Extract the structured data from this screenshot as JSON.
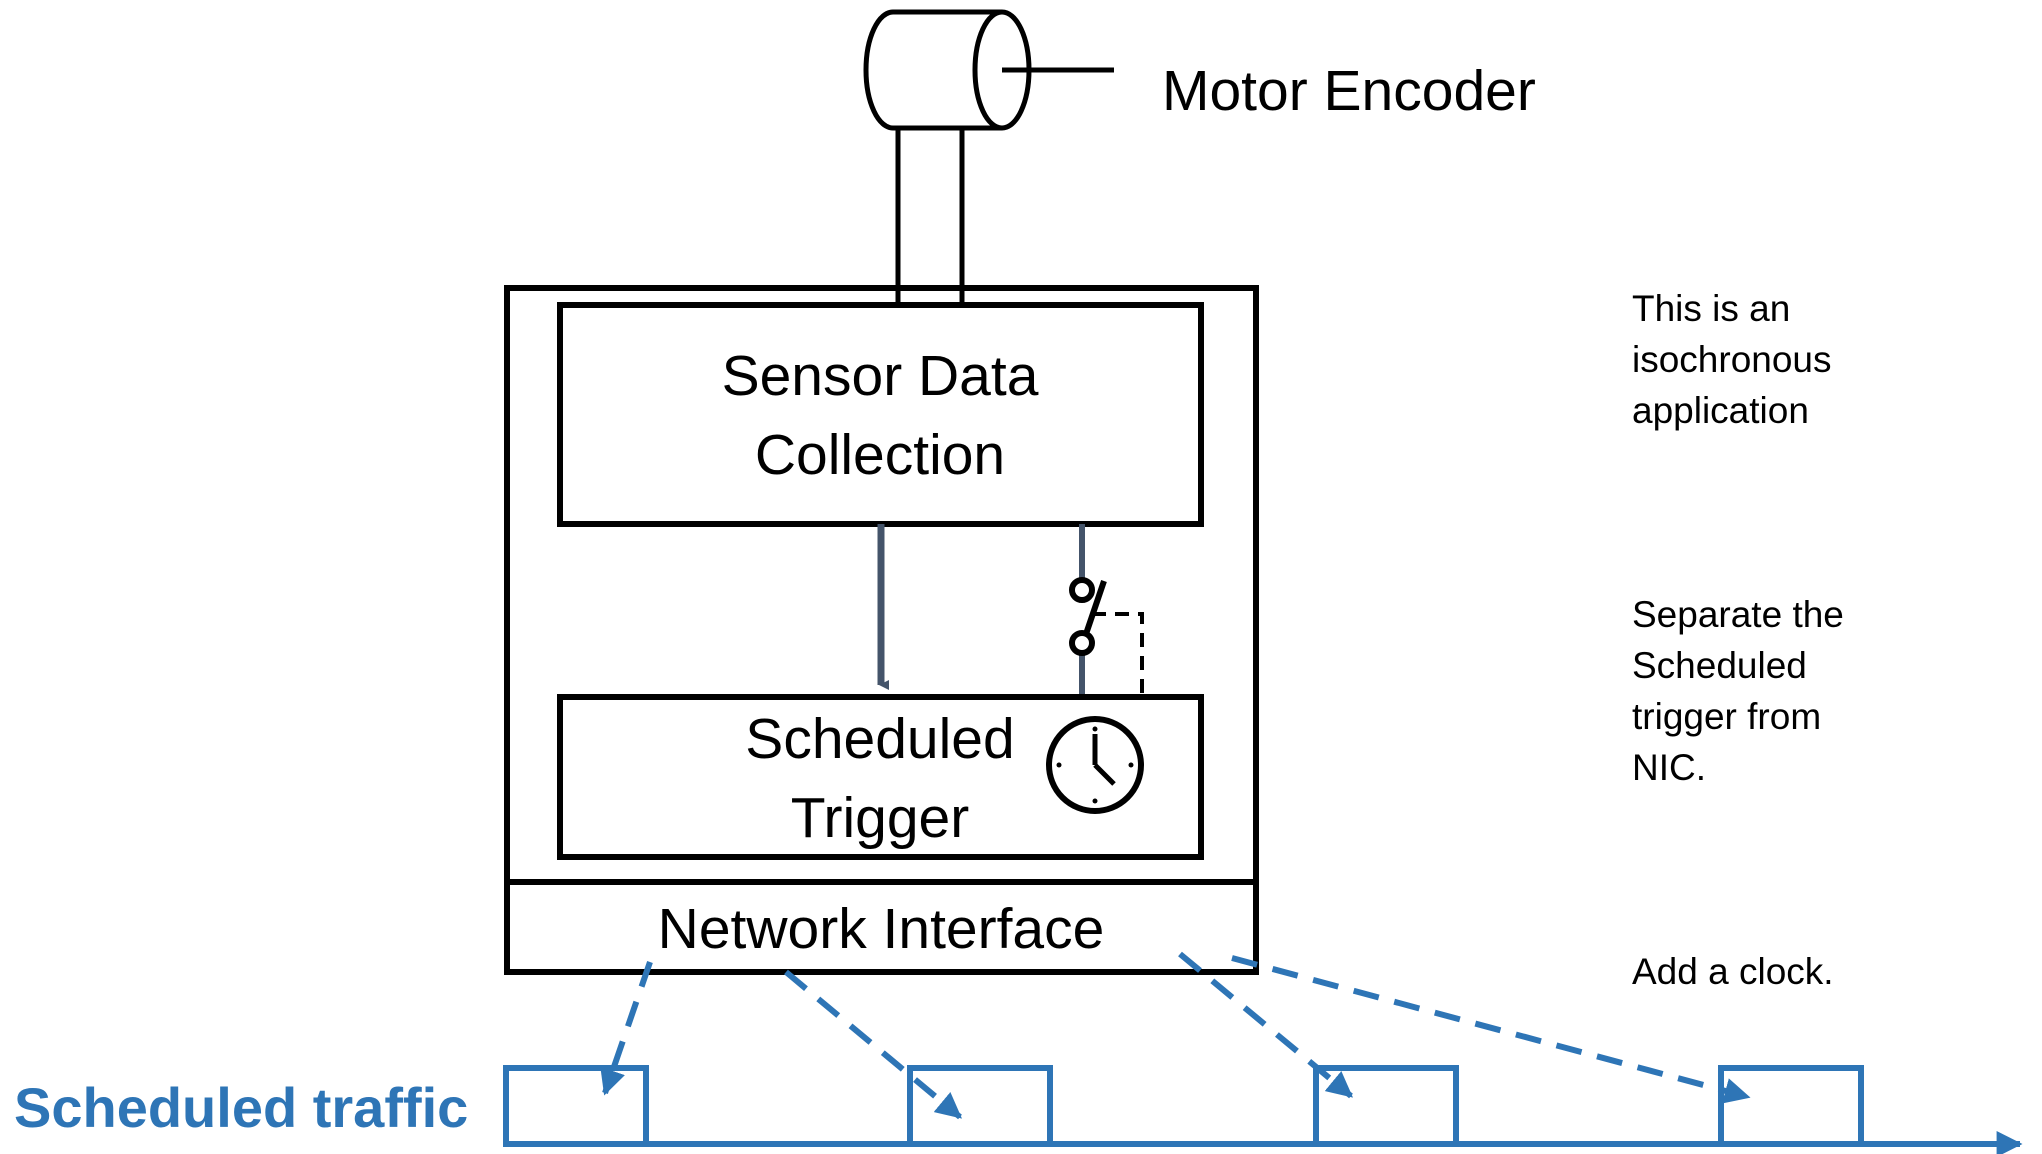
{
  "labels": {
    "motor_encoder": "Motor Encoder",
    "sensor_line1": "Sensor Data",
    "sensor_line2": "Collection",
    "scheduled_line1": "Scheduled",
    "scheduled_line2": "Trigger",
    "network_interface": "Network Interface",
    "scheduled_traffic": "Scheduled traffic"
  },
  "notes": [
    "This is an\nisochronous\napplication",
    "Separate the\nScheduled\ntrigger from\nNIC.",
    "Add a clock."
  ],
  "icons": {
    "encoder": "motor-cylinder-icon",
    "switch": "switch-icon",
    "clock": "clock-icon"
  },
  "colors": {
    "outline": "#000000",
    "internal_arrow": "#44546a",
    "traffic": "#2e75b6"
  }
}
